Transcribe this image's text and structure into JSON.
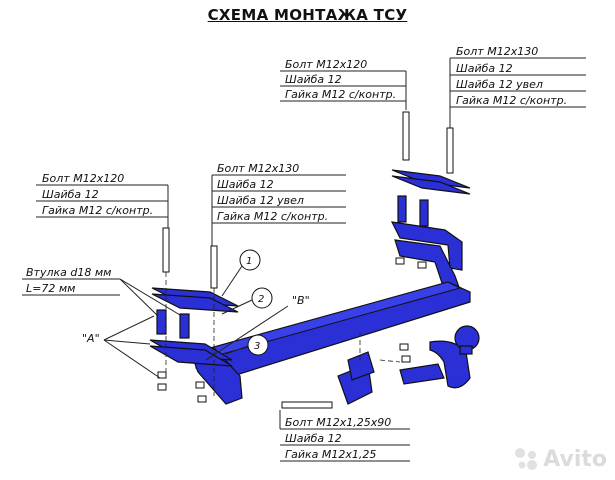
{
  "title": "СХЕМА МОНТАЖА ТСУ",
  "callouts": {
    "top_left_group": [
      "Болт М12х120",
      "Шайба 12",
      "Гайка М12 с/контр."
    ],
    "top_right_group": [
      "Болт М12х130",
      "Шайба 12",
      "Шайба 12 увел",
      "Гайка М12 с/контр."
    ],
    "left_group": [
      "Болт М12х120",
      "Шайба 12",
      "Гайка М12 с/контр."
    ],
    "middle_group": [
      "Болт М12х130",
      "Шайба 12",
      "Шайба 12 увел",
      "Гайка М12 с/контр."
    ],
    "bushing": [
      "Втулка d18 мм",
      "L=72 мм"
    ],
    "bottom_group": [
      "Болт М12х1,25х90",
      "Шайба 12",
      "Гайка М12х1,25"
    ]
  },
  "markers": {
    "a": "\"А\"",
    "b": "\"В\""
  },
  "numbers": [
    "1",
    "2",
    "3"
  ],
  "watermark": "Avito",
  "colors": {
    "part": "#2a2fd6",
    "line": "#222222"
  }
}
